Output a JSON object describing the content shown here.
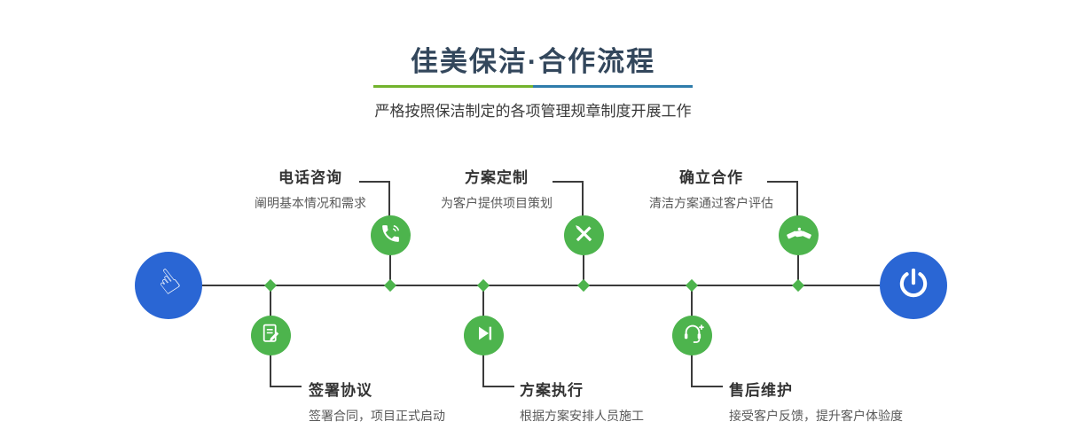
{
  "header": {
    "title": "佳美保洁·合作流程",
    "subtitle": "严格按照保洁制定的各项管理规章制度开展工作"
  },
  "colors": {
    "blue": "#2a66d4",
    "green": "#4db44d",
    "line": "#3b3b3b",
    "title": "#33475c",
    "divider_green": "#72b32d",
    "divider_blue": "#2f7cab"
  },
  "endpoints": {
    "start_icon": "pointer-hand-icon",
    "start_glyph": "☝",
    "end_icon": "power-icon"
  },
  "steps": {
    "top": [
      {
        "title": "电话咨询",
        "desc": "阐明基本情况和需求",
        "icon": "phone-icon"
      },
      {
        "title": "方案定制",
        "desc": "为客户提供项目策划",
        "icon": "design-tools-icon"
      },
      {
        "title": "确立合作",
        "desc": "清洁方案通过客户评估",
        "icon": "handshake-icon"
      }
    ],
    "bottom": [
      {
        "title": "签署协议",
        "desc": "签署合同，项目正式启动",
        "icon": "contract-icon"
      },
      {
        "title": "方案执行",
        "desc": "根据方案安排人员施工",
        "icon": "play-icon"
      },
      {
        "title": "售后维护",
        "desc": "接受客户反馈，提升客户体验度",
        "icon": "support-headset-icon"
      }
    ]
  }
}
